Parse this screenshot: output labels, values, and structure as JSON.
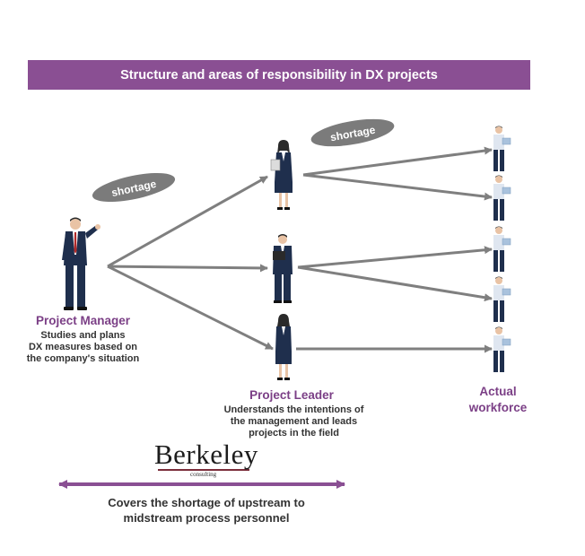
{
  "title": "Structure and areas of responsibility in DX projects",
  "shortage_labels": [
    "shortage",
    "shortage"
  ],
  "project_manager": {
    "title": "Project Manager",
    "description": [
      "Studies and plans",
      "DX measures based on",
      "the company's situation"
    ]
  },
  "project_leader": {
    "title": "Project Leader",
    "description": [
      "Understands the intentions of",
      "the management and leads",
      "projects in the field"
    ]
  },
  "workforce": {
    "title": [
      "Actual",
      "workforce"
    ]
  },
  "logo": {
    "main": "Berkeley",
    "sub": "consulting"
  },
  "bottom_caption": [
    "Covers the shortage of upstream to",
    "midstream process personnel"
  ],
  "colors": {
    "accent": "#8a4f93",
    "arrow": "#7f7f7f",
    "label": "#7b3f86",
    "suit": "#1f2f4d"
  }
}
